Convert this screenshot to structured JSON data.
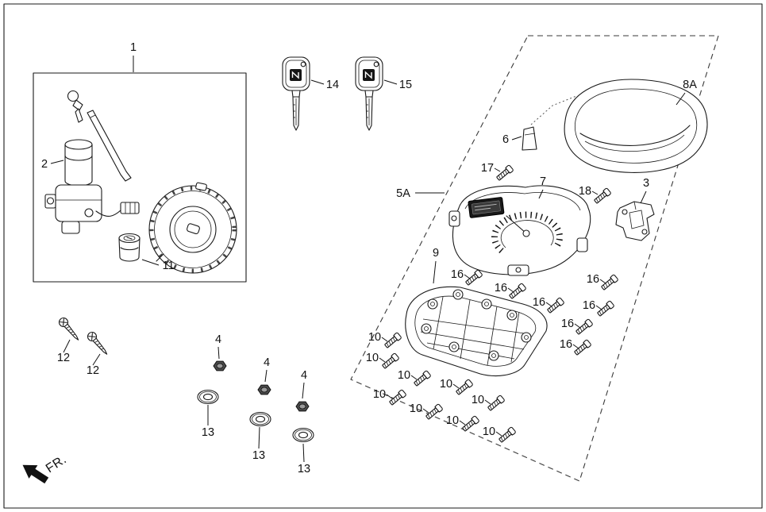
{
  "figure": {
    "fr_label": "FR.",
    "labels": {
      "p1": "1",
      "p2": "2",
      "p3": "3",
      "p4": "4",
      "p5a": "5A",
      "p6": "6",
      "p7": "7",
      "p8a": "8A",
      "p9": "9",
      "p10": "10",
      "p11": "11",
      "p12": "12",
      "p13": "13",
      "p14": "14",
      "p15": "15",
      "p16": "16",
      "p17": "17",
      "p18": "18"
    },
    "colors": {
      "ink": "#1a1a1a",
      "paper": "#ffffff"
    }
  }
}
